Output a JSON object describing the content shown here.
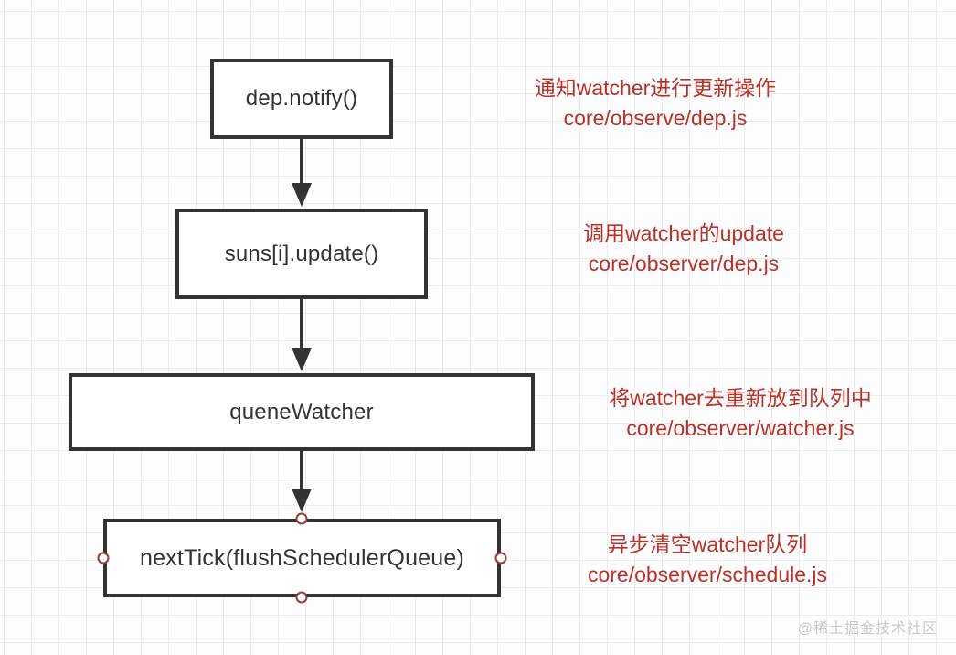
{
  "palette": {
    "background": "#fdfdfd",
    "grid_line": "#ececec",
    "node_border": "#333333",
    "node_text": "#333333",
    "annotation_red": "#b93129",
    "handle_red": "#943c36",
    "watermark_gray": "#c9c9c9"
  },
  "flowchart": {
    "nodes": [
      {
        "id": "dep-notify",
        "label": "dep.notify()"
      },
      {
        "id": "subs-update",
        "label": "suns[i].update()"
      },
      {
        "id": "queue-watcher",
        "label": "queneWatcher"
      },
      {
        "id": "next-tick",
        "label": "nextTick(flushSchedulerQueue)",
        "selected": true
      }
    ],
    "connectors": [
      {
        "from": "dep-notify",
        "to": "subs-update"
      },
      {
        "from": "subs-update",
        "to": "queue-watcher"
      },
      {
        "from": "queue-watcher",
        "to": "next-tick"
      }
    ],
    "annotations": [
      {
        "line1": "通知watcher进行更新操作",
        "line2": "core/observe/dep.js"
      },
      {
        "line1": "调用watcher的update",
        "line2": "core/observer/dep.js"
      },
      {
        "line1": "将watcher去重新放到队列中",
        "line2": "core/observer/watcher.js"
      },
      {
        "line1": "异步清空watcher队列",
        "line2": "core/observer/schedule.js"
      }
    ]
  },
  "watermark": "@稀土掘金技术社区"
}
